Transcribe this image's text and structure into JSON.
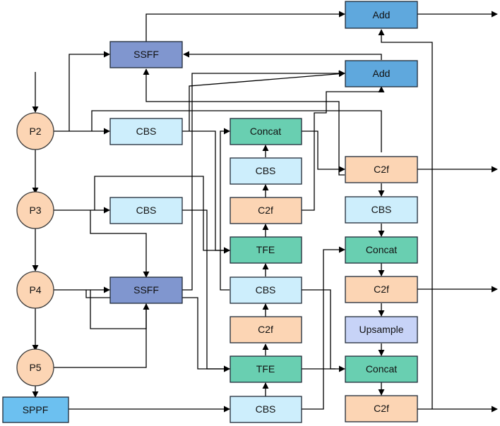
{
  "colors": {
    "p_node": "#fcd5b4",
    "cbs": "#cdeefc",
    "ssff": "#8096cf",
    "add": "#5fa8dd",
    "sppf": "#6cc0f0",
    "concat_tfe": "#69cfb1",
    "c2f": "#fcd5b4",
    "upsample": "#c7d3f7",
    "line": "#000000"
  },
  "nodes": {
    "p2": "P2",
    "p3": "P3",
    "p4": "P4",
    "p5": "P5"
  },
  "blocks": {
    "sppf": "SPPF",
    "ssff_top": "SSFF",
    "ssff_mid": "SSFF",
    "add_1": "Add",
    "add_2": "Add",
    "cbs_p2": "CBS",
    "cbs_p3": "CBS",
    "concat_center": "Concat",
    "cbs_center_1": "CBS",
    "c2f_center_1": "C2f",
    "tfe_1": "TFE",
    "cbs_center_2": "CBS",
    "c2f_center_2": "C2f",
    "tfe_2": "TFE",
    "cbs_center_3": "CBS",
    "c2f_right_1": "C2f",
    "cbs_right": "CBS",
    "concat_right_1": "Concat",
    "c2f_right_2": "C2f",
    "upsample": "Upsample",
    "concat_right_2": "Concat",
    "c2f_right_3": "C2f"
  }
}
